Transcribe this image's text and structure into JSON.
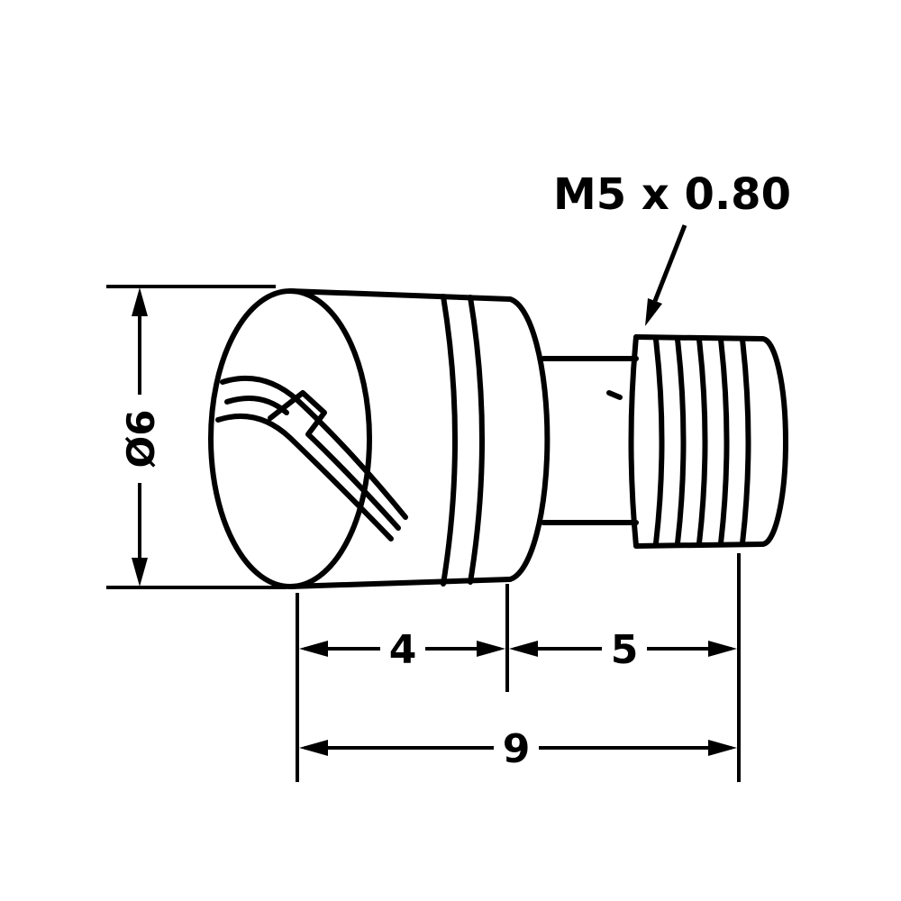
{
  "drawing": {
    "thread_callout": "M5 x 0.80",
    "diameter_label": "Ø6",
    "head_length_label": "4",
    "thread_length_label": "5",
    "overall_length_label": "9"
  },
  "colors": {
    "line": "#000000",
    "background": "#ffffff"
  }
}
